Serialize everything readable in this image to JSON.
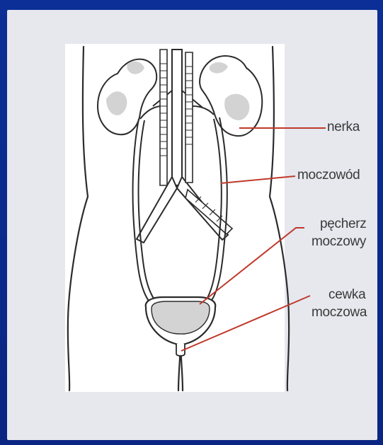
{
  "labels": {
    "kidney": "nerka",
    "ureter": "moczowód",
    "bladder_line1": "pęcherz",
    "bladder_line2": "moczowy",
    "urethra_line1": "cewka",
    "urethra_line2": "moczowa"
  },
  "colors": {
    "frame": "#0a2a8c",
    "panel": "#e6e8ee",
    "leader_line": "#c0392b",
    "organ_fill": "#d3d3d3",
    "outline": "#2b2b2b"
  }
}
